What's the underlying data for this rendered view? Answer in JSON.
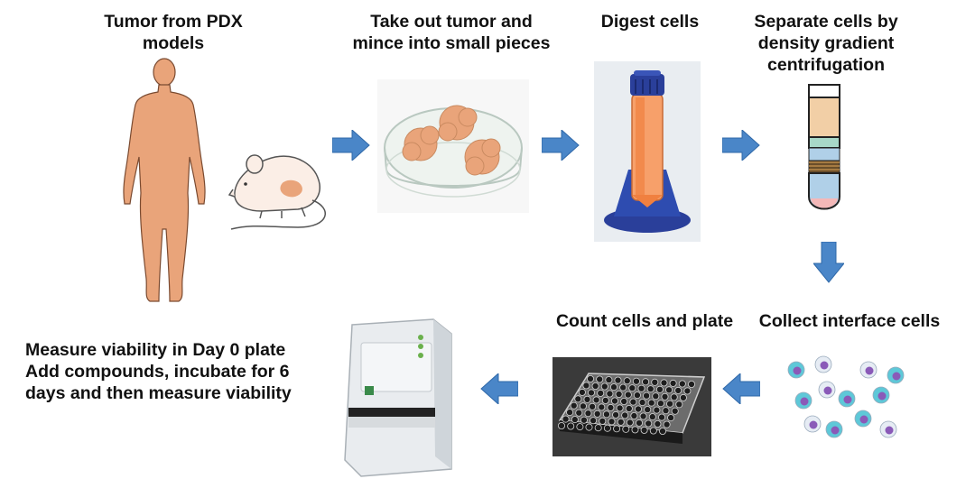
{
  "steps": {
    "tumor_pdx": {
      "line1": "Tumor from PDX",
      "line2": "models"
    },
    "take_out": {
      "line1": "Take out tumor and",
      "line2": "mince into small pieces"
    },
    "digest": {
      "line1": "Digest cells"
    },
    "separate": {
      "line1": "Separate cells by",
      "line2": "density gradient",
      "line3": "centrifugation"
    },
    "collect": {
      "line1": "Collect interface cells"
    },
    "count": {
      "line1": "Count cells and plate"
    },
    "measure": {
      "line1": "Measure viability in Day 0 plate",
      "line2": "Add compounds, incubate for 6",
      "line3": "days and then measure viability"
    }
  },
  "colors": {
    "arrow": "#4a86c8",
    "tissue": "#e9a47a",
    "tube_orange": "#f08040",
    "cap_blue": "#2a3f9a"
  },
  "icons": [
    "human-silhouette-icon",
    "mouse-icon",
    "petri-dish-icon",
    "centrifuge-tube-icon",
    "gradient-tube-icon",
    "cells-icon",
    "well-plate-icon",
    "plate-reader-icon"
  ]
}
